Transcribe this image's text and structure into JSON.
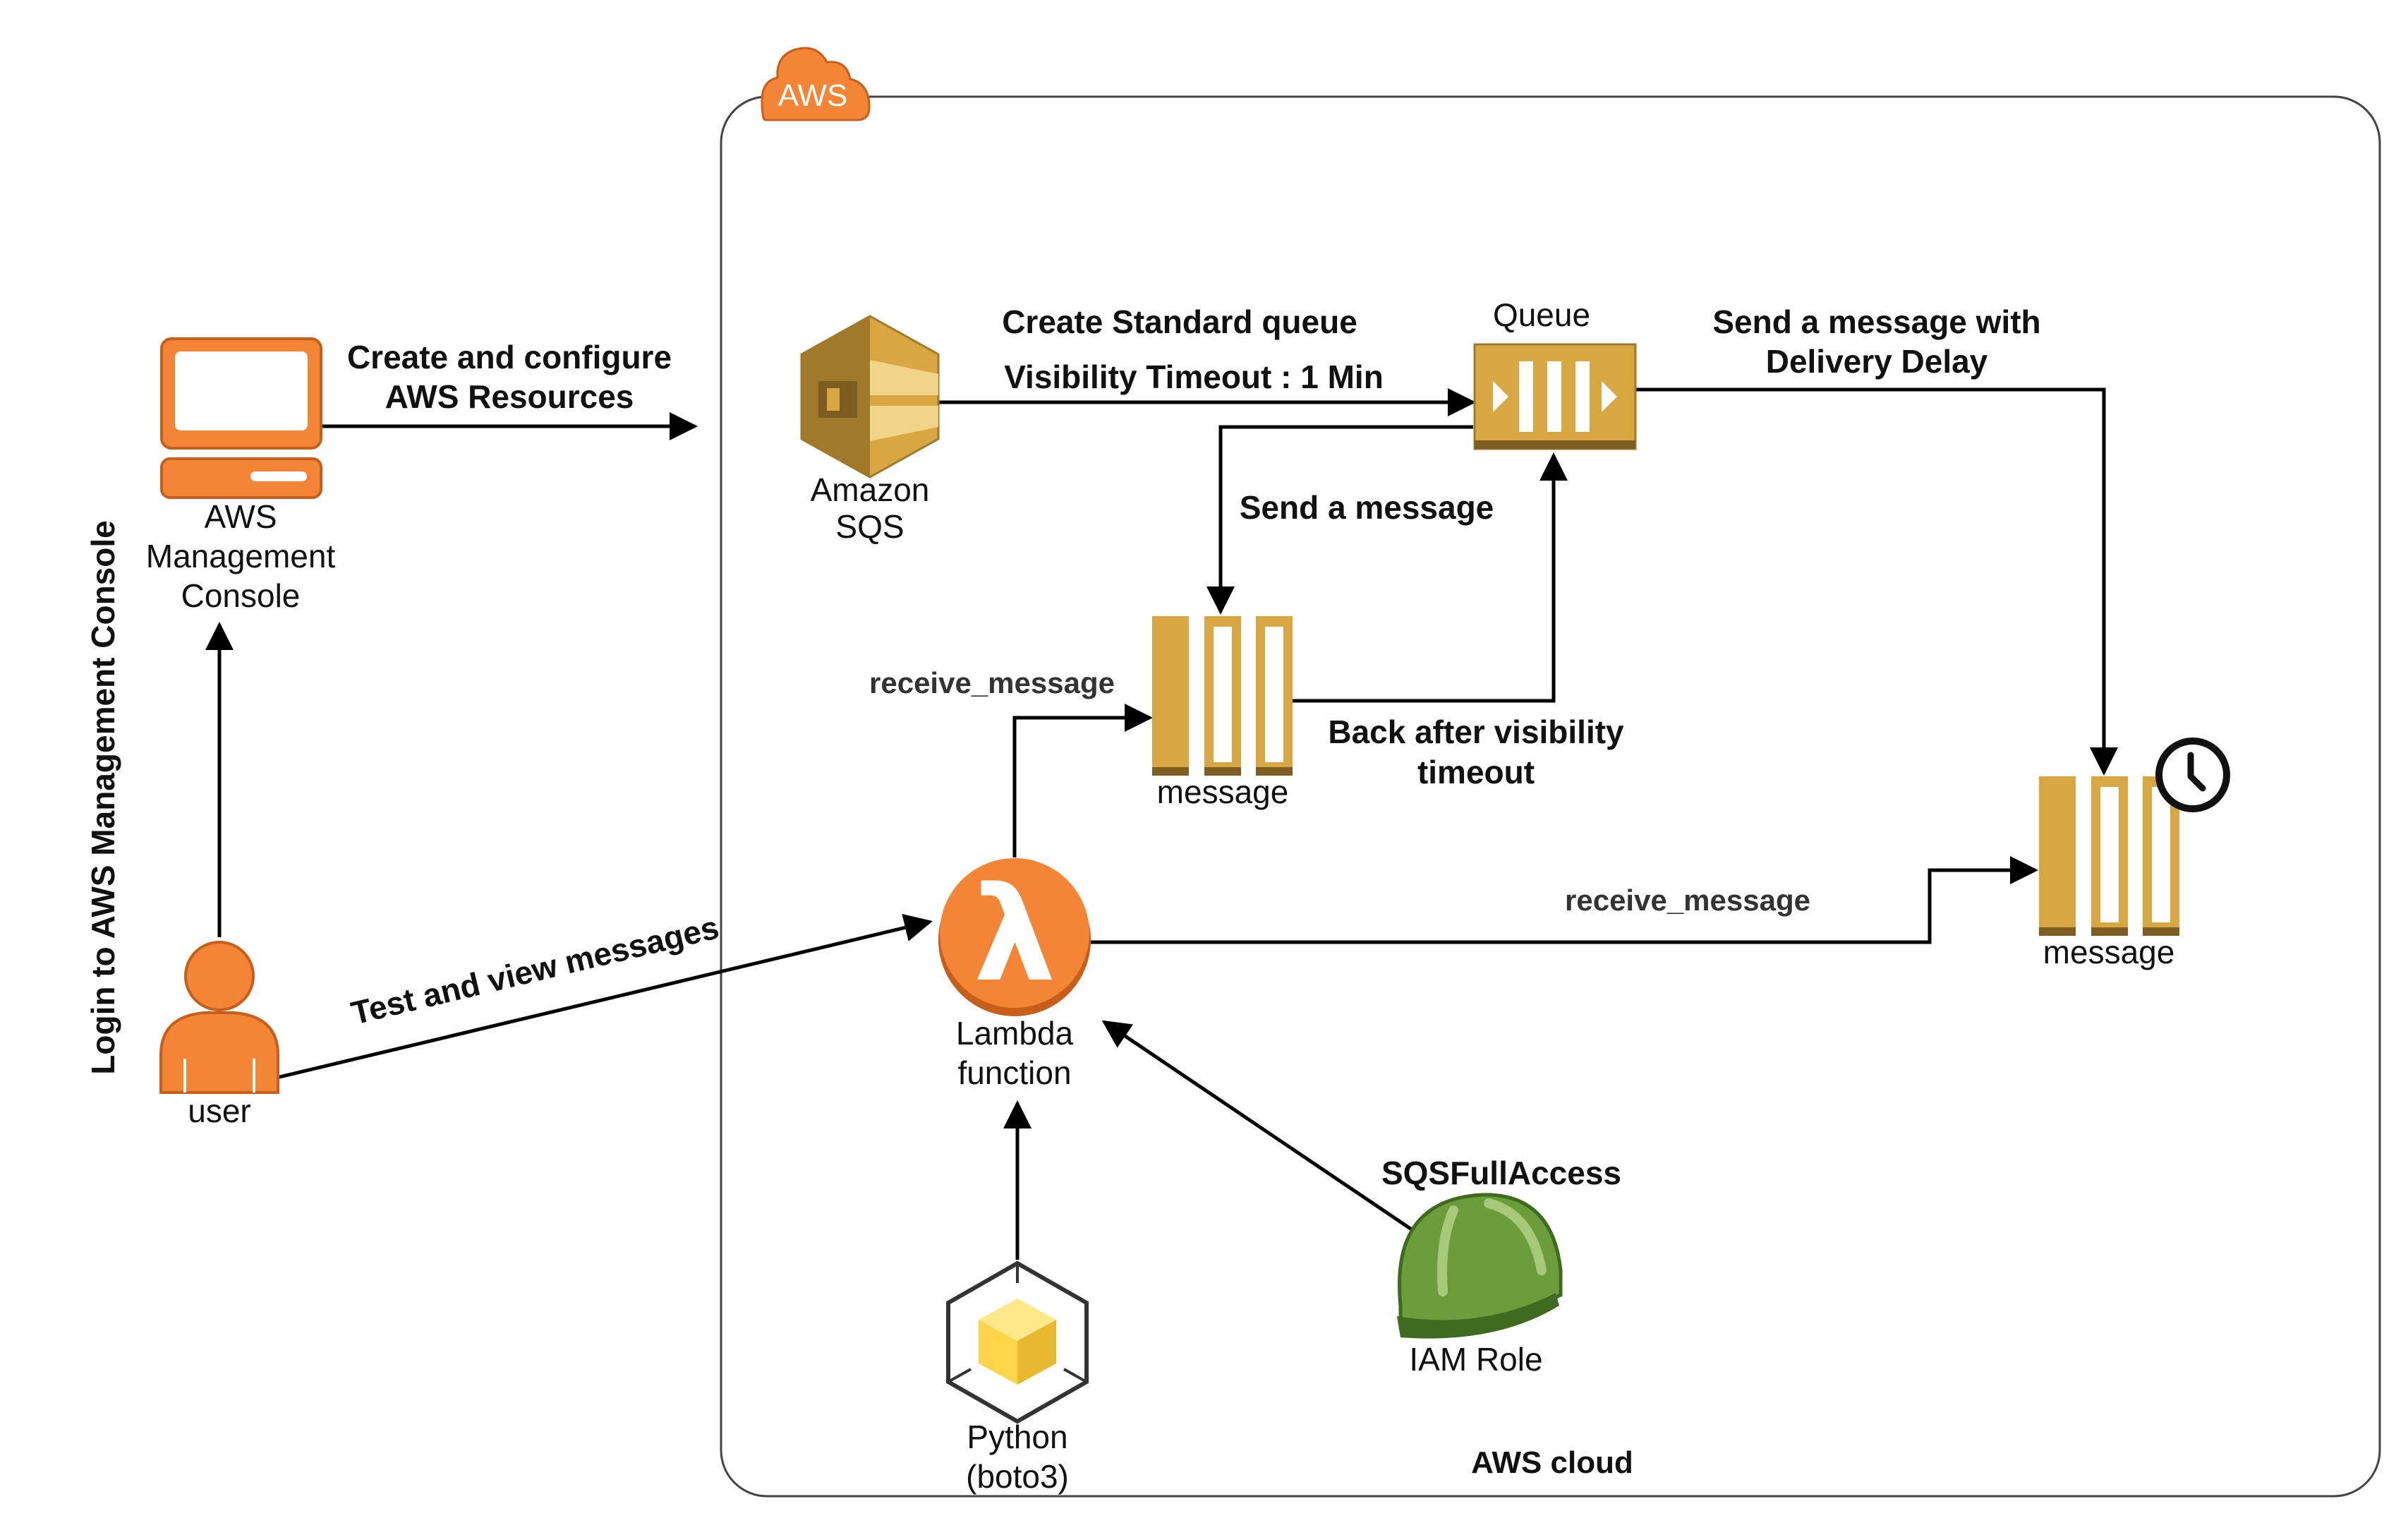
{
  "colors": {
    "orange": "#F58536",
    "orange_dark": "#C75F1B",
    "sqs_gold": "#D9A741",
    "sqs_gold_dark": "#A07A2A",
    "sqs_shadow": "#7D5D22",
    "iam_green": "#6D9D3A",
    "iam_green_dark": "#3F6A1F",
    "python_yellow": "#FFD64B",
    "border": "#444444"
  },
  "group": {
    "badge": "AWS",
    "label": "AWS cloud"
  },
  "nodes": {
    "console": {
      "icon": "monitor-icon",
      "label": [
        "AWS",
        "Management",
        "Console"
      ]
    },
    "user": {
      "icon": "user-icon",
      "label": "user"
    },
    "sqs": {
      "icon": "sqs-icon",
      "label": [
        "Amazon",
        "SQS"
      ]
    },
    "queue": {
      "icon": "queue-icon",
      "label": "Queue"
    },
    "message_visibility": {
      "icon": "message-icon",
      "label": "message"
    },
    "message_delay": {
      "icon": "message-icon",
      "label": "message",
      "badge_icon": "clock-icon"
    },
    "lambda": {
      "icon": "lambda-icon",
      "label": [
        "Lambda",
        "function"
      ],
      "glyph": "λ"
    },
    "python": {
      "icon": "cube-icon",
      "label": [
        "Python",
        "(boto3)"
      ]
    },
    "iam": {
      "icon": "hardhat-icon",
      "label": "IAM Role"
    }
  },
  "edges": {
    "login": "Login to AWS Management Console",
    "create_configure": [
      "Create and configure",
      "AWS Resources"
    ],
    "create_queue": [
      "Create Standard queue",
      "Visibility Timeout : 1 Min"
    ],
    "send_delay": [
      "Send a message with",
      "Delivery Delay"
    ],
    "send_message": "Send a message",
    "back_visibility": [
      "Back after visibility",
      "timeout"
    ],
    "receive_1": "receive_message",
    "receive_2": "receive_message",
    "test_view": "Test and view messages",
    "sqs_full_access": "SQSFullAccess"
  }
}
